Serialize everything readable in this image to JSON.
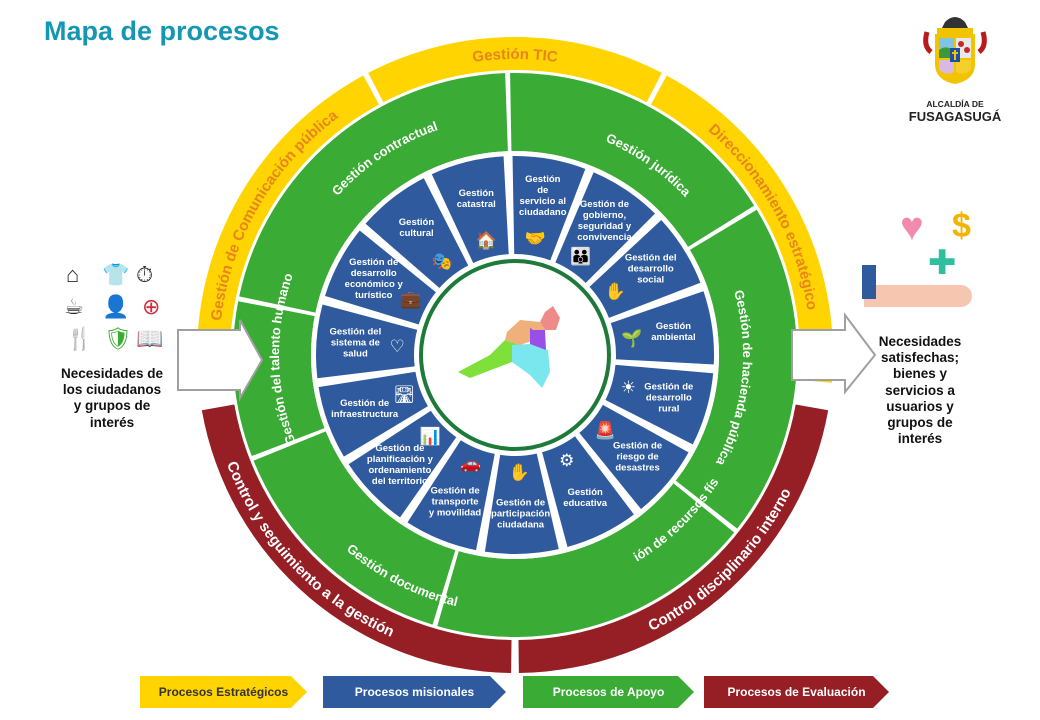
{
  "title": "Mapa de procesos",
  "logo": {
    "line1": "ALCALDÍA DE",
    "line2": "FUSAGASUGÁ"
  },
  "colors": {
    "strategic": "#ffd400",
    "missional": "#2f5b9e",
    "support": "#3aab35",
    "evaluation": "#961f25",
    "title": "#1597b4",
    "strategic_text": "#e8851d"
  },
  "strategic": [
    {
      "label": "Gestión de Comunicación pública",
      "icon": "megaphone-icon"
    },
    {
      "label": "Gestión TIC",
      "icon": "lightbulb-gear-icon"
    },
    {
      "label": "Direccionamiento estratégico",
      "icon": "gears-icon"
    }
  ],
  "evaluation": [
    {
      "label": "Control disciplinario interno",
      "icon": "user-check-icon"
    },
    {
      "label": "Control y seguimiento a la gestión",
      "icon": "target-icon"
    }
  ],
  "support": [
    {
      "label": "Gestión contractual",
      "icon": "contract-icon"
    },
    {
      "label": "Gestión jurídica",
      "icon": "scales-icon"
    },
    {
      "label": "Gestión de hacienda pública",
      "icon": "money-hand-icon"
    },
    {
      "label": "Gestión de recursos físicos",
      "icon": "map-icon"
    },
    {
      "label": "Gestión documental",
      "icon": "documents-icon"
    },
    {
      "label": "Gestión del talento humano",
      "icon": "people-icon"
    }
  ],
  "missional": [
    {
      "label": "Gestión\nde\nservicio al\nciudadano",
      "icon": "handshake-icon",
      "glyph": "🤝"
    },
    {
      "label": "Gestión de\ngobierno,\nseguridad y\nconvivencia",
      "icon": "family-icon",
      "glyph": "👪"
    },
    {
      "label": "Gestión del\ndesarrollo\nsocial",
      "icon": "helping-hands-icon",
      "glyph": "✋"
    },
    {
      "label": "Gestión\nambiental",
      "icon": "plant-hand-icon",
      "glyph": "🌱"
    },
    {
      "label": "Gestión de\ndesarrollo\nrural",
      "icon": "field-sun-icon",
      "glyph": "☀"
    },
    {
      "label": "Gestión de\nriesgo de\ndesastres",
      "icon": "alarm-icon",
      "glyph": "🚨"
    },
    {
      "label": "Gestión\neducativa",
      "icon": "head-gear-icon",
      "glyph": "⚙"
    },
    {
      "label": "Gestión de\nparticipación\nciudadana",
      "icon": "raised-hand-icon",
      "glyph": "✋"
    },
    {
      "label": "Gestión de\ntransporte\ny movilidad",
      "icon": "car-pin-icon",
      "glyph": "🚗"
    },
    {
      "label": "Gestión de\nplanificación y\nordenamiento\ndel territorio",
      "icon": "chart-document-icon",
      "glyph": "📊"
    },
    {
      "label": "Gestión de\ninfraestructura",
      "icon": "road-icon",
      "glyph": "🛣"
    },
    {
      "label": "Gestión del\nsistema de\nsalud",
      "icon": "heart-plus-icon",
      "glyph": "♡"
    },
    {
      "label": "Gestión de\ndesarrollo\neconómico y\nturístico",
      "icon": "briefcase-icon",
      "glyph": "💼"
    },
    {
      "label": "Gestión\ncultural",
      "icon": "theater-masks-icon",
      "glyph": "🎭"
    },
    {
      "label": "Gestión\ncatastral",
      "icon": "house-document-icon",
      "glyph": "🏠"
    }
  ],
  "input_text": "Necesidades de\nlos ciudadanos\ny grupos de\ninterés",
  "output_text": "Necesidades\nsatisfechas;\nbienes y\nservicios a\nusuarios y\ngrupos de\ninterés",
  "legend": [
    "Procesos Estratégicos",
    "Procesos misionales",
    "Procesos de Apoyo",
    "Procesos de Evaluación"
  ]
}
